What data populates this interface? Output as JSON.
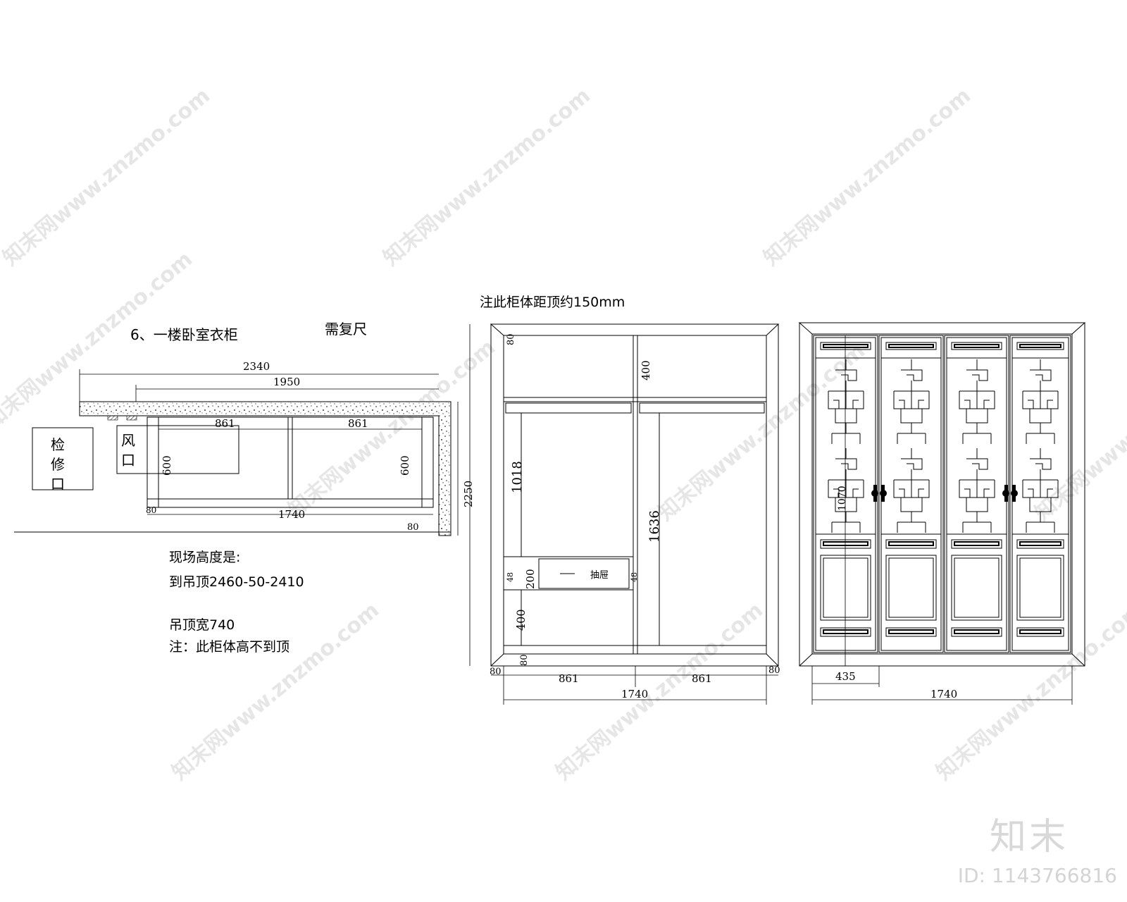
{
  "watermark": {
    "text": "知末网www.znzmo.com",
    "logo": "知末",
    "id_label": "ID: 1143766816"
  },
  "plan": {
    "title": "6、一楼卧室衣柜",
    "note_remeasure": "需复尺",
    "dim_total": "2340",
    "dim_inner": "1950",
    "dim_left_bay": "861",
    "dim_right_bay": "861",
    "dim_depth_left": "600",
    "dim_depth_right": "600",
    "dim_width": "1740",
    "dim_side_left": "80",
    "dim_side_right": "80",
    "dim_height": "2250",
    "access_door": [
      "检",
      "修",
      "口"
    ],
    "vent": [
      "风",
      "口"
    ],
    "notes": [
      "现场高度是:",
      "到吊顶2460-50-2410",
      "吊顶宽740",
      "注：此柜体高不到顶"
    ]
  },
  "interior": {
    "note": "注此柜体距顶约150mm",
    "dim_top_panel": "80",
    "dim_top_shelf": "400",
    "dim_hanging": "1018",
    "dim_long_hanging": "1636",
    "dim_drawer": "200",
    "dim_drawer_gap_left": "48",
    "dim_drawer_gap_right": "48",
    "drawer_label": "抽屉",
    "dim_bottom_shelf": "400",
    "dim_base": "80",
    "dim_side_left": "80",
    "dim_side_right": "80",
    "dim_left_bay": "861",
    "dim_right_bay": "861",
    "dim_width": "1740"
  },
  "elevation": {
    "dim_door_width": "435",
    "dim_width": "1740",
    "dim_lattice_height": "1070"
  }
}
